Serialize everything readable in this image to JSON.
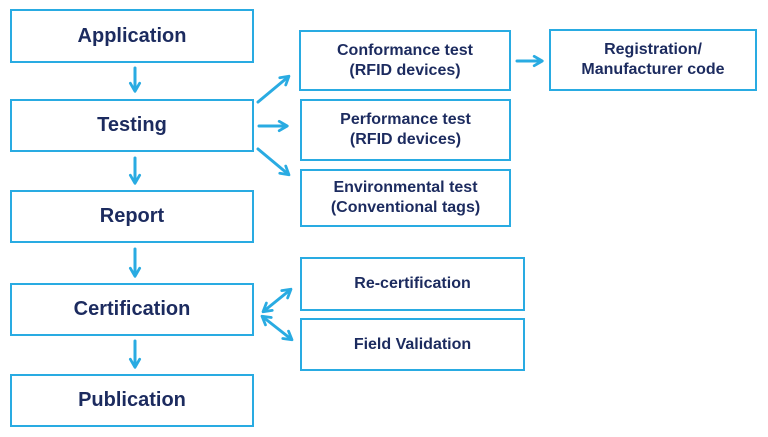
{
  "colors": {
    "accent": "#29ABE2",
    "text_navy": "#1C2B5F",
    "background": "#FFFFFF"
  },
  "flow": {
    "main_steps": [
      {
        "label": "Application"
      },
      {
        "label": "Testing"
      },
      {
        "label": "Report"
      },
      {
        "label": "Certification"
      },
      {
        "label": "Publication"
      }
    ],
    "tests": [
      {
        "line1": "Conformance test",
        "line2": "(RFID devices)"
      },
      {
        "line1": "Performance test",
        "line2": "(RFID devices)"
      },
      {
        "line1": "Environmental test",
        "line2": "(Conventional tags)"
      }
    ],
    "post_certification": [
      {
        "label": "Re-certification"
      },
      {
        "label": "Field Validation"
      }
    ],
    "registration": {
      "line1": "Registration/",
      "line2": "Manufacturer code"
    },
    "connections": [
      {
        "from": "Application",
        "to": "Testing",
        "type": "one-way"
      },
      {
        "from": "Testing",
        "to": "Report",
        "type": "one-way"
      },
      {
        "from": "Report",
        "to": "Certification",
        "type": "one-way"
      },
      {
        "from": "Certification",
        "to": "Publication",
        "type": "one-way"
      },
      {
        "from": "Testing",
        "to": "Conformance test (RFID devices)",
        "type": "one-way"
      },
      {
        "from": "Testing",
        "to": "Performance test (RFID devices)",
        "type": "one-way"
      },
      {
        "from": "Testing",
        "to": "Environmental test (Conventional tags)",
        "type": "one-way"
      },
      {
        "from": "Conformance test (RFID devices)",
        "to": "Registration/Manufacturer code",
        "type": "one-way"
      },
      {
        "from": "Certification",
        "to": "Re-certification",
        "type": "two-way"
      },
      {
        "from": "Certification",
        "to": "Field Validation",
        "type": "two-way"
      }
    ]
  }
}
